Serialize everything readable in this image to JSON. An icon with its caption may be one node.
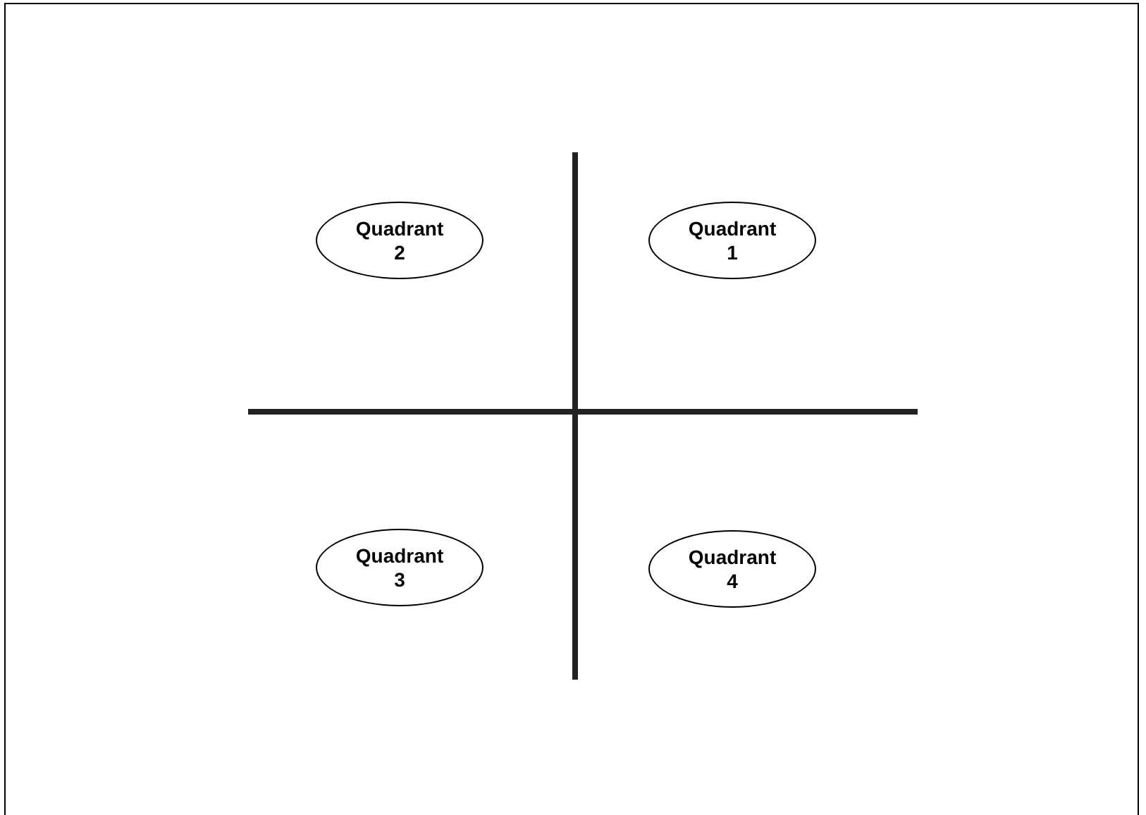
{
  "diagram": {
    "nodes": [
      {
        "text": [
          "Quadrant 2"
        ]
      },
      {
        "text": [
          "Quadrant 1"
        ]
      },
      {
        "text": [
          "Quadrant 3"
        ]
      },
      {
        "text": [
          "Quadrant 4"
        ]
      }
    ],
    "edges": []
  }
}
